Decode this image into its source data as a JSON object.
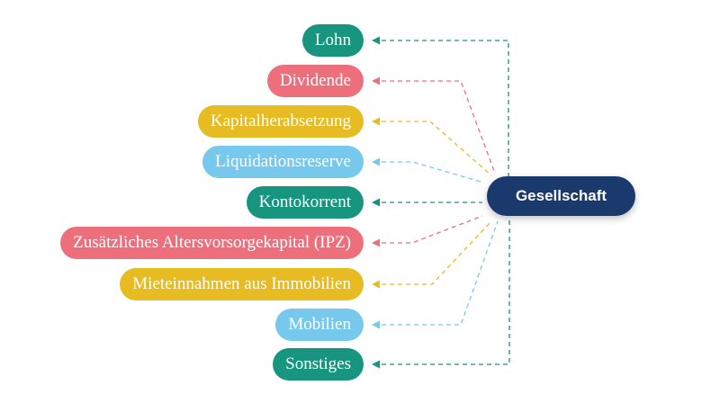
{
  "center": {
    "label": "Gesellschaft",
    "color": "#1a3a6e"
  },
  "items": [
    {
      "label": "Lohn",
      "color": "#17957f"
    },
    {
      "label": "Dividende",
      "color": "#ee6f7c"
    },
    {
      "label": "Kapitalherabsetzung",
      "color": "#e6bc22"
    },
    {
      "label": "Liquidationsreserve",
      "color": "#77c8ed"
    },
    {
      "label": "Kontokorrent",
      "color": "#17957f"
    },
    {
      "label": "Zusätzliches Altersvorsorgekapital (IPZ)",
      "color": "#ee6f7c"
    },
    {
      "label": "Mieteinnahmen aus Immobilien",
      "color": "#e6bc22"
    },
    {
      "label": "Mobilien",
      "color": "#77c8ed"
    },
    {
      "label": "Sonstiges",
      "color": "#17957f"
    }
  ]
}
